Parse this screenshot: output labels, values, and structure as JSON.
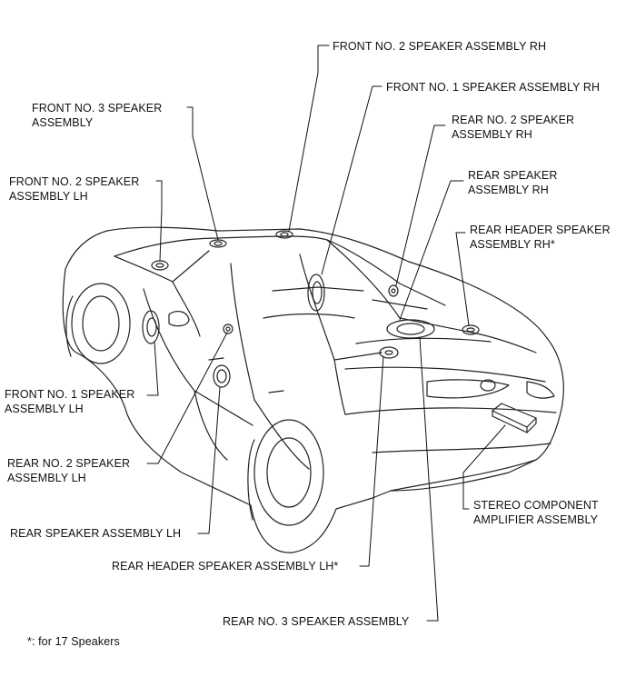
{
  "labels": {
    "front_no2_rh": "FRONT NO. 2 SPEAKER ASSEMBLY RH",
    "front_no1_rh": "FRONT NO. 1 SPEAKER ASSEMBLY RH",
    "front_no3": "FRONT NO. 3 SPEAKER\nASSEMBLY",
    "rear_no2_rh": "REAR NO. 2 SPEAKER\nASSEMBLY RH",
    "front_no2_lh": "FRONT NO. 2 SPEAKER\nASSEMBLY LH",
    "rear_speaker_rh": "REAR SPEAKER\nASSEMBLY RH",
    "rear_header_rh": "REAR HEADER SPEAKER\nASSEMBLY RH*",
    "front_no1_lh": "FRONT NO. 1 SPEAKER\nASSEMBLY LH",
    "rear_no2_lh": "REAR NO. 2 SPEAKER\nASSEMBLY LH",
    "stereo_amp": "STEREO COMPONENT\nAMPLIFIER ASSEMBLY",
    "rear_speaker_lh": "REAR SPEAKER ASSEMBLY LH",
    "rear_header_lh": "REAR HEADER SPEAKER ASSEMBLY LH*",
    "rear_no3": "REAR NO. 3 SPEAKER ASSEMBLY"
  },
  "footnote": "*: for 17 Speakers"
}
